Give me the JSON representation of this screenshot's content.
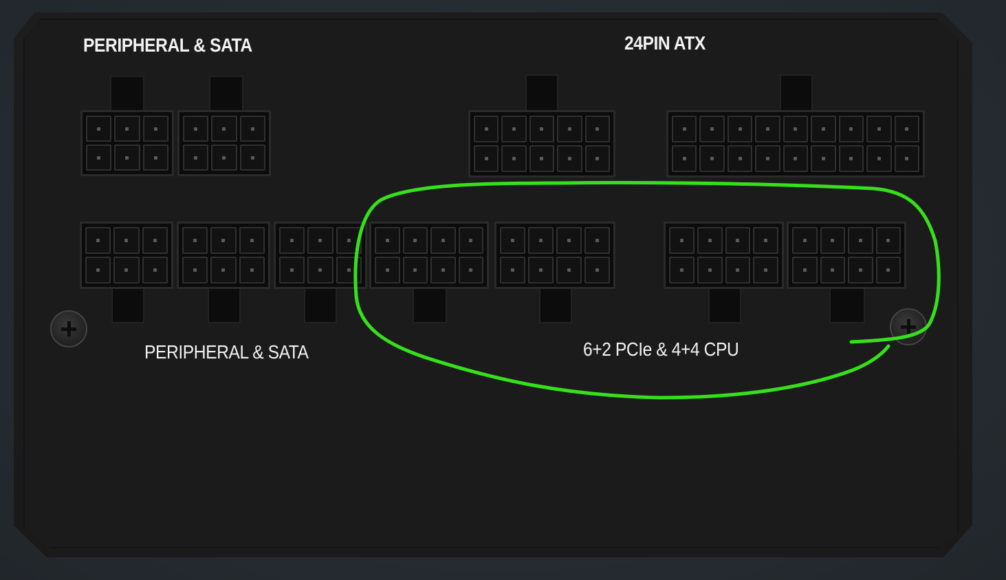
{
  "labels": {
    "top_left": "PERIPHERAL & SATA",
    "top_right": "24PIN ATX",
    "bottom_left": "PERIPHERAL & SATA",
    "bottom_right": "6+2 PCIe & 4+4 CPU"
  },
  "colors": {
    "highlight": "#36e01a",
    "label": "#f2f2f2",
    "panel": "#1b1b1c"
  }
}
